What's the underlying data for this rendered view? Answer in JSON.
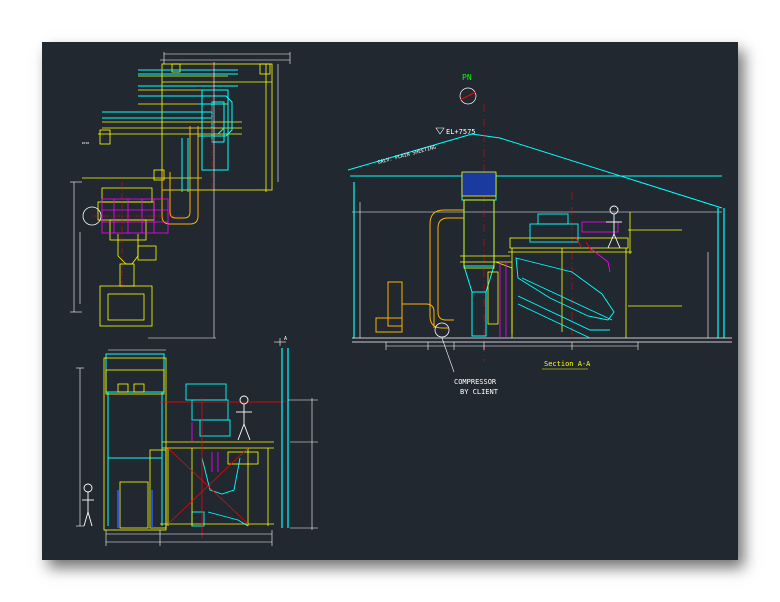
{
  "labels": {
    "north": "PN",
    "elevation": "EL+7575",
    "roof_note": "GALV. PLAIN SHEETING",
    "compressor_line1": "COMPRESSOR",
    "compressor_line2": "BY CLIENT",
    "section_title": "Section A-A",
    "section_marker": "A"
  },
  "colors": {
    "background": "#212830",
    "structure": "#ffff00",
    "equipment": "#00ffff",
    "axis": "#ff0000",
    "text": "#ffffff",
    "detail": "#ff00ff"
  }
}
